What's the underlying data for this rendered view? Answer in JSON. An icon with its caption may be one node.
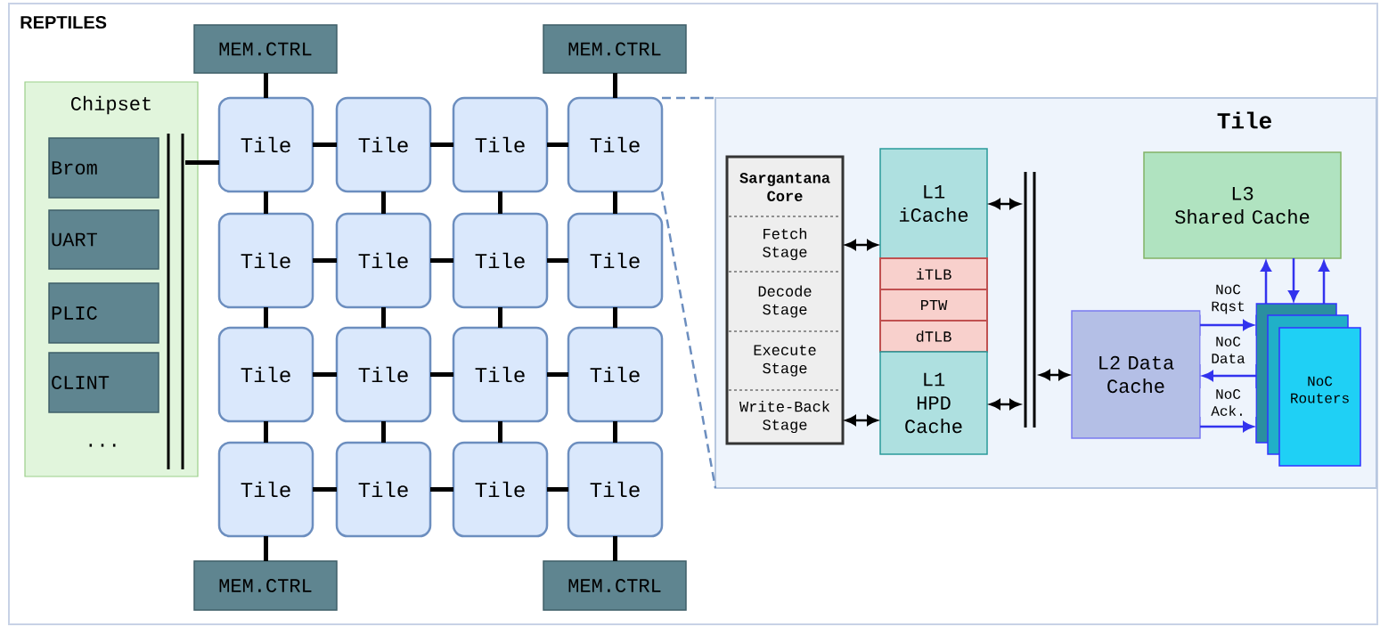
{
  "diagram": {
    "title": "REPTILES",
    "nodes": [
      {
        "text": [
          "Chipset"
        ]
      },
      {
        "text": [
          "Brom"
        ],
        "in": 0
      },
      {
        "text": [
          "UART"
        ],
        "in": 0
      },
      {
        "text": [
          "PLIC"
        ],
        "in": 0
      },
      {
        "text": [
          "CLINT"
        ],
        "in": 0
      },
      {
        "text": [],
        "shape": "bar",
        "in": 0
      },
      {
        "text": [
          "MEM.CTRL"
        ]
      },
      {
        "text": [
          "MEM.CTRL"
        ]
      },
      {
        "text": [
          "Tile"
        ]
      },
      {
        "text": [
          "Tile"
        ]
      },
      {
        "text": [
          "Tile"
        ]
      },
      {
        "text": [
          "Tile"
        ]
      },
      {
        "text": [
          "Tile"
        ]
      },
      {
        "text": [
          "Tile"
        ]
      },
      {
        "text": [
          "Tile"
        ]
      },
      {
        "text": [
          "Tile"
        ]
      },
      {
        "text": [
          "Tile"
        ]
      },
      {
        "text": [
          "Tile"
        ]
      },
      {
        "text": [
          "Tile"
        ]
      },
      {
        "text": [
          "Tile"
        ]
      },
      {
        "text": [
          "Tile"
        ]
      },
      {
        "text": [
          "Tile"
        ]
      },
      {
        "text": [
          "Tile"
        ]
      },
      {
        "text": [
          "Tile"
        ]
      },
      {
        "text": [
          "MEM.CTRL"
        ]
      },
      {
        "text": [
          "MEM.CTRL"
        ]
      },
      {
        "text": [
          "Tile"
        ]
      },
      {
        "text": [
          "Sargantana Core"
        ],
        "in": 26
      },
      {
        "text": [
          "Fetch Stage"
        ],
        "in": 27
      },
      {
        "text": [
          "Decode Stage"
        ],
        "in": 27
      },
      {
        "text": [
          "Execute Stage"
        ],
        "in": 27
      },
      {
        "text": [
          "Write-Back Stage"
        ],
        "in": 27
      },
      {
        "text": [
          "L1",
          "iCache"
        ],
        "in": 26
      },
      {
        "text": [
          "iTLB"
        ],
        "in": 26
      },
      {
        "text": [
          "PTW"
        ],
        "in": 26
      },
      {
        "text": [
          "dTLB"
        ],
        "in": 26
      },
      {
        "text": [
          "L1",
          "HPD Cache"
        ],
        "in": 26
      },
      {
        "text": [],
        "shape": "bar",
        "in": 26
      },
      {
        "text": [
          "L3",
          "Shared Cache"
        ],
        "in": 26
      },
      {
        "text": [
          "L2 Data Cache"
        ],
        "in": 26
      },
      {
        "text": [
          "NoC Routers"
        ],
        "in": 26
      }
    ],
    "edges": [
      {
        "from": 6,
        "to": 8,
        "arrow": "none"
      },
      {
        "from": 7,
        "to": 11,
        "arrow": "none"
      },
      {
        "from": 20,
        "to": 24,
        "arrow": "none"
      },
      {
        "from": 23,
        "to": 25,
        "arrow": "none"
      },
      {
        "from": 5,
        "to": 8,
        "arrow": "none"
      },
      {
        "from": 8,
        "to": 9,
        "arrow": "none"
      },
      {
        "from": 9,
        "to": 10,
        "arrow": "none"
      },
      {
        "from": 10,
        "to": 11,
        "arrow": "none"
      },
      {
        "from": 12,
        "to": 13,
        "arrow": "none"
      },
      {
        "from": 13,
        "to": 14,
        "arrow": "none"
      },
      {
        "from": 14,
        "to": 15,
        "arrow": "none"
      },
      {
        "from": 16,
        "to": 17,
        "arrow": "none"
      },
      {
        "from": 17,
        "to": 18,
        "arrow": "none"
      },
      {
        "from": 18,
        "to": 19,
        "arrow": "none"
      },
      {
        "from": 20,
        "to": 21,
        "arrow": "none"
      },
      {
        "from": 21,
        "to": 22,
        "arrow": "none"
      },
      {
        "from": 22,
        "to": 23,
        "arrow": "none"
      },
      {
        "from": 8,
        "to": 12,
        "arrow": "none"
      },
      {
        "from": 12,
        "to": 16,
        "arrow": "none"
      },
      {
        "from": 16,
        "to": 20,
        "arrow": "none"
      },
      {
        "from": 9,
        "to": 13,
        "arrow": "none"
      },
      {
        "from": 13,
        "to": 17,
        "arrow": "none"
      },
      {
        "from": 17,
        "to": 21,
        "arrow": "none"
      },
      {
        "from": 10,
        "to": 14,
        "arrow": "none"
      },
      {
        "from": 14,
        "to": 18,
        "arrow": "none"
      },
      {
        "from": 18,
        "to": 22,
        "arrow": "none"
      },
      {
        "from": 11,
        "to": 15,
        "arrow": "none"
      },
      {
        "from": 15,
        "to": 19,
        "arrow": "none"
      },
      {
        "from": 19,
        "to": 23,
        "arrow": "none"
      },
      {
        "from": 11,
        "to": 26,
        "arrow": "none",
        "style": "dashed",
        "color": "#6c8ebf"
      },
      {
        "from": 11,
        "to": 26,
        "arrow": "none",
        "style": "dashed",
        "color": "#6c8ebf"
      },
      {
        "from": 28,
        "to": 32,
        "arrow": "both"
      },
      {
        "from": 31,
        "to": 36,
        "arrow": "both"
      },
      {
        "from": 32,
        "to": 37,
        "arrow": "both"
      },
      {
        "from": 36,
        "to": 37,
        "arrow": "both"
      },
      {
        "from": 37,
        "to": 39,
        "arrow": "both"
      },
      {
        "from": 39,
        "to": 40,
        "arrow": "to",
        "label": "NoC Rqst",
        "color": "#3333ee"
      },
      {
        "from": 40,
        "to": 39,
        "arrow": "to",
        "label": "NoC Data",
        "color": "#3333ee"
      },
      {
        "from": 39,
        "to": 40,
        "arrow": "to",
        "label": "NoC Ack.",
        "color": "#3333ee"
      },
      {
        "from": 40,
        "to": 38,
        "arrow": "to",
        "color": "#3333ee"
      },
      {
        "from": 38,
        "to": 40,
        "arrow": "to",
        "color": "#3333ee"
      },
      {
        "from": 40,
        "to": 38,
        "arrow": "to",
        "color": "#3333ee"
      }
    ],
    "labels": [
      "..."
    ]
  }
}
